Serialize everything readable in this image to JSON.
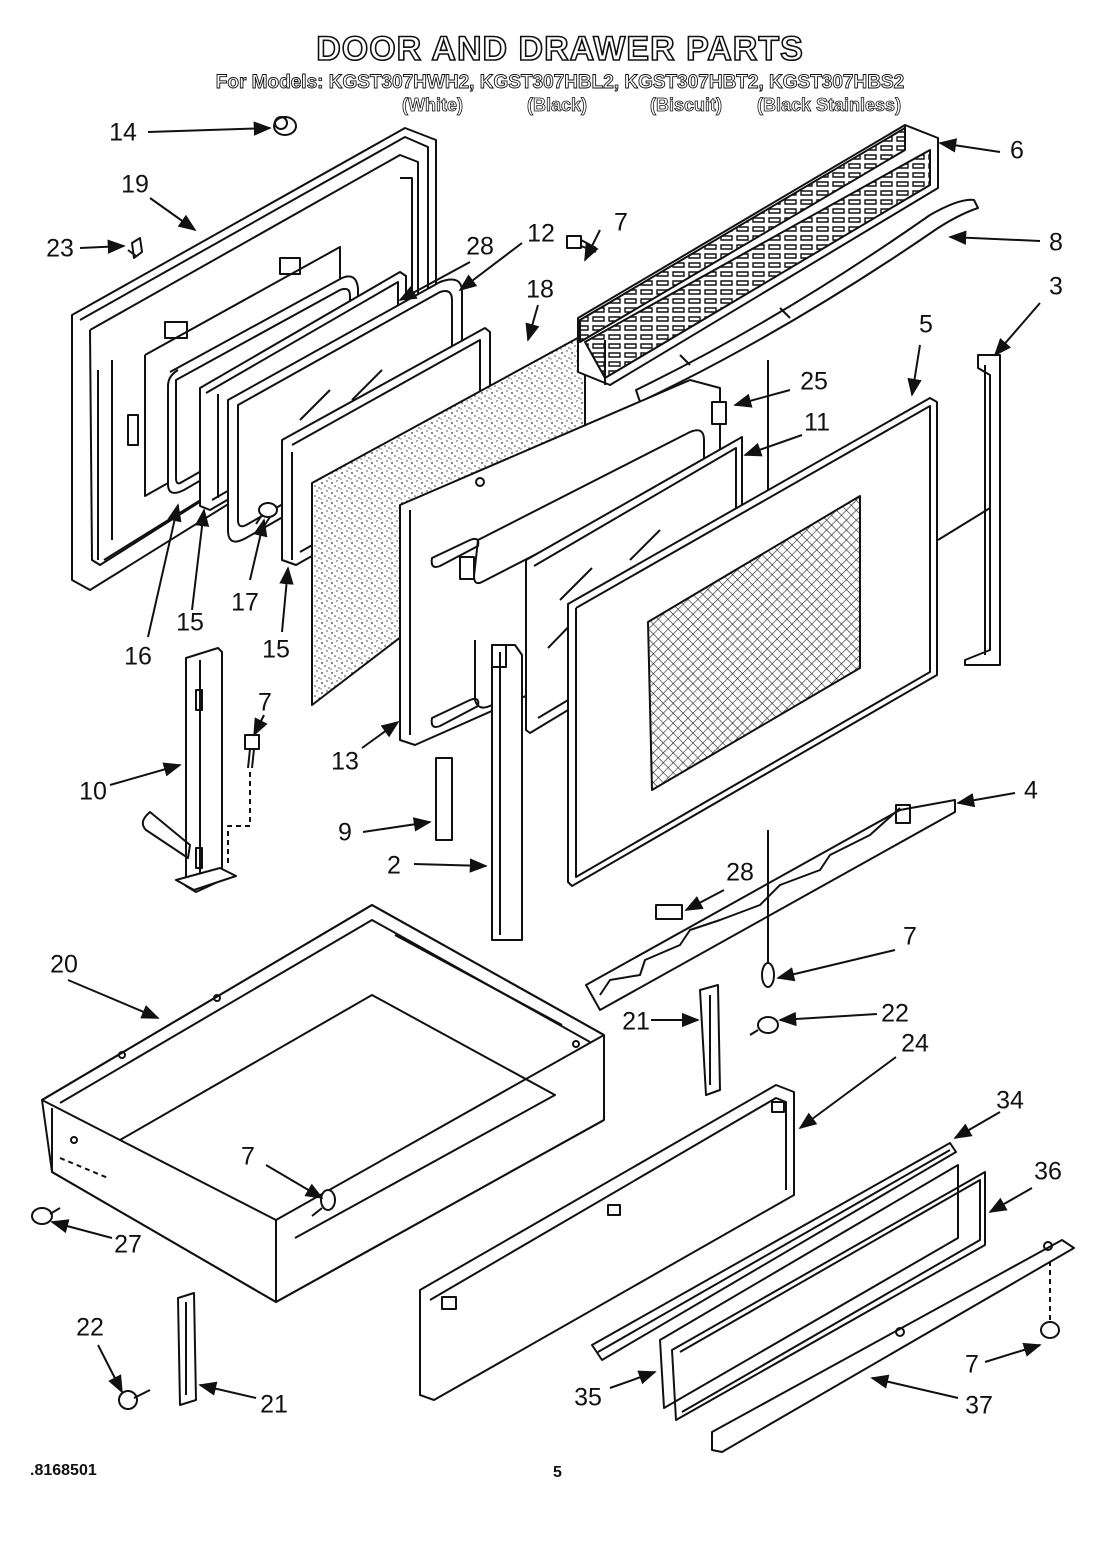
{
  "title": "DOOR AND DRAWER PARTS",
  "models_line": "For Models: KGST307HWH2, KGST307HBL2, KGST307HBT2, KGST307HBS2",
  "variants": [
    "(White)",
    "(Black)",
    "(Biscuit)",
    "(Black Stainless)"
  ],
  "callouts": [
    "14",
    "19",
    "23",
    "28",
    "12",
    "7",
    "18",
    "6",
    "8",
    "3",
    "5",
    "25",
    "11",
    "16",
    "15",
    "17",
    "15",
    "10",
    "7",
    "13",
    "9",
    "2",
    "4",
    "28",
    "7",
    "22",
    "21",
    "24",
    "20",
    "7",
    "27",
    "34",
    "36",
    "22",
    "21",
    "35",
    "7",
    "37"
  ],
  "footer": {
    "doc_number": ".8168501",
    "page_number": "5"
  }
}
